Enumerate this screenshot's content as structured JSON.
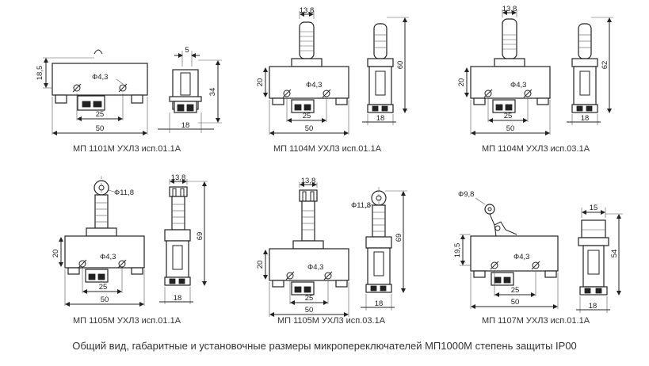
{
  "footer": "Общий вид, габаритные и установочные размеры микропереключателей МП1000М степень защиты IP00",
  "drawings": [
    {
      "caption": "МП 1101М УХЛ3 исп.01.1А",
      "dims": {
        "height": "18,5",
        "hole": "Ф4,3",
        "spacing": "25",
        "width": "50",
        "side_top": "5",
        "side_height": "34",
        "side_width": "18"
      }
    },
    {
      "caption": "МП 1104М УХЛ3 исп.01.1А",
      "dims": {
        "top": "13,8",
        "height": "20",
        "hole": "Ф4,3",
        "spacing": "25",
        "width": "50",
        "side_height": "60",
        "side_width": "18"
      }
    },
    {
      "caption": "МП 1104М УХЛ3 исп.03.1А",
      "dims": {
        "top": "13,8",
        "height": "20",
        "hole": "Ф4,3",
        "spacing": "25",
        "width": "50",
        "side_height": "62",
        "side_width": "18"
      }
    },
    {
      "caption": "МП 1105М УХЛ3 исп.01.1А",
      "dims": {
        "roller": "Ф11,8",
        "top": "13,8",
        "height": "20",
        "hole": "Ф4,3",
        "spacing": "25",
        "width": "50",
        "side_height": "69",
        "side_width": "18"
      }
    },
    {
      "caption": "МП 1105М УХЛ3 исп.03.1А",
      "dims": {
        "top": "13,8",
        "roller": "Ф11,8",
        "height": "20",
        "hole": "Ф4,3",
        "spacing": "25",
        "width": "50",
        "side_height": "69",
        "side_width": "18"
      }
    },
    {
      "caption": "МП 1107М УХЛ3 исп.01.1А",
      "dims": {
        "roller": "Ф9,8",
        "height": "19,5",
        "hole": "Ф4,3",
        "spacing": "25",
        "width": "50",
        "side_top": "15",
        "side_height": "54",
        "side_width": "18"
      }
    }
  ]
}
